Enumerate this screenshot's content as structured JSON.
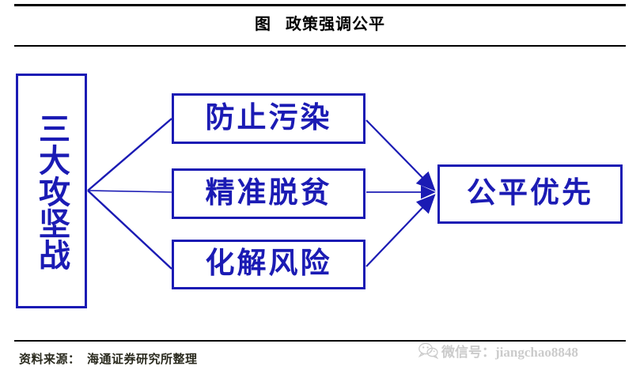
{
  "figure": {
    "title": "图   政策强调公平",
    "source_label": "资料来源：",
    "source_value": "海通证券研究所整理",
    "source_line": "资料来源：  海通证券研究所整理"
  },
  "colors": {
    "box_border": "#1b1bb4",
    "box_text": "#1b1bb4",
    "arrow": "#1b1bb4",
    "rule": "#000000",
    "title_text": "#000000",
    "source_text": "#2a2a1e",
    "background": "#ffffff"
  },
  "diagram": {
    "type": "flow",
    "source_node": {
      "id": "three-battles",
      "label": "三大攻坚战",
      "orientation": "vertical",
      "characters": [
        "三",
        "大",
        "攻",
        "坚",
        "战"
      ]
    },
    "middle_nodes": [
      {
        "id": "prevent-pollution",
        "label": "防止污染"
      },
      {
        "id": "targeted-poverty-alleviation",
        "label": "精准脱贫"
      },
      {
        "id": "defuse-risks",
        "label": "化解风险"
      }
    ],
    "target_node": {
      "id": "fairness-first",
      "label": "公平优先"
    },
    "edges": [
      {
        "from": "three-battles",
        "to": "prevent-pollution",
        "arrowhead": false
      },
      {
        "from": "three-battles",
        "to": "targeted-poverty-alleviation",
        "arrowhead": false
      },
      {
        "from": "three-battles",
        "to": "defuse-risks",
        "arrowhead": false
      },
      {
        "from": "prevent-pollution",
        "to": "fairness-first",
        "arrowhead": true
      },
      {
        "from": "targeted-poverty-alleviation",
        "to": "fairness-first",
        "arrowhead": true
      },
      {
        "from": "defuse-risks",
        "to": "fairness-first",
        "arrowhead": true
      }
    ]
  },
  "watermark": {
    "icon": "wechat-icon",
    "text": "微信号：jiangchao8848"
  }
}
